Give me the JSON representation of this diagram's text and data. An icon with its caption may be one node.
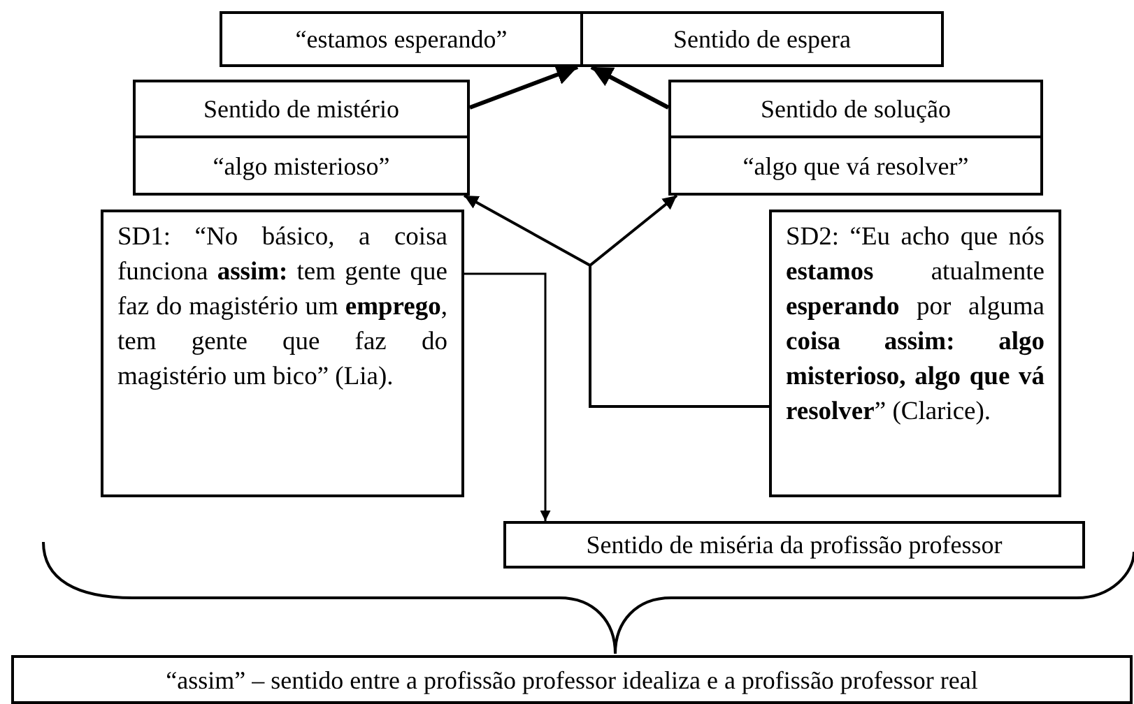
{
  "diagram": {
    "nodes": [
      {
        "text": [
          "“estamos esperando”"
        ]
      },
      {
        "text": [
          "Sentido de espera"
        ]
      },
      {
        "text": [
          "Sentido de mistério"
        ]
      },
      {
        "text": [
          "“algo misterioso”"
        ]
      },
      {
        "text": [
          "Sentido de solução"
        ]
      },
      {
        "text": [
          "“algo que vá resolver”"
        ]
      },
      {
        "text": [
          "SD1: “No básico, a coisa funciona **assim:** tem gente que faz do magistério um **emprego**, tem gente que faz do magistério um bico” (Lia)."
        ]
      },
      {
        "text": [
          "SD2: “Eu acho que nós **estamos** atualmente **esperando** por alguma **coisa assim: algo misterioso, algo que vá resolver**” (Clarice)."
        ]
      },
      {
        "text": [
          "Sentido de miséria da profissão professor"
        ]
      },
      {
        "text": [
          "“assim” – sentido entre a profissão professor idealiza e a profissão professor real"
        ]
      }
    ],
    "edges": [
      {
        "from": 2,
        "to": 0,
        "arrow": "to"
      },
      {
        "from": 4,
        "to": 1,
        "arrow": "to"
      },
      {
        "from": 7,
        "to": 3,
        "arrow": "to"
      },
      {
        "from": 7,
        "to": 5,
        "arrow": "to"
      },
      {
        "from": 6,
        "to": 8,
        "arrow": "to"
      }
    ]
  }
}
